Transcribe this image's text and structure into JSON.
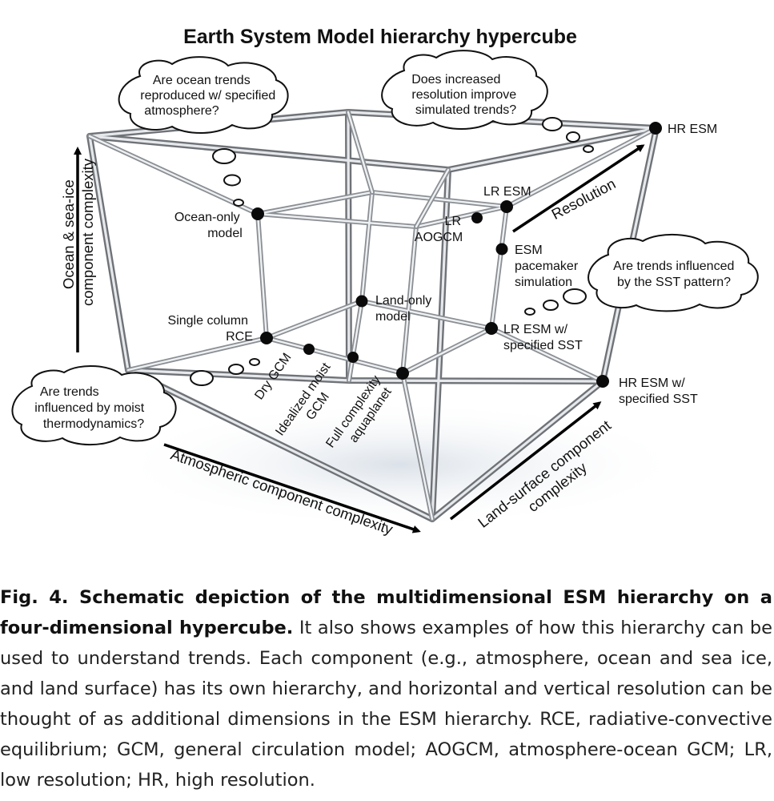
{
  "title": "Earth System Model hierarchy hypercube",
  "axes": {
    "vertical": [
      "Ocean & sea-ice",
      "component complexity"
    ],
    "atmosphere": "Atmospheric component complexity",
    "land": [
      "Land-surface component",
      "complexity"
    ],
    "resolution": "Resolution"
  },
  "clouds": {
    "ocean_question": [
      "Are ocean trends",
      "reproduced w/ specified",
      "atmosphere?"
    ],
    "resolution_question": [
      "Does increased",
      "resolution improve",
      "simulated trends?"
    ],
    "sst_question": [
      "Are trends influenced",
      "by the SST pattern?"
    ],
    "moist_question": [
      "Are trends",
      "influenced by moist",
      "thermodynamics?"
    ]
  },
  "nodes": {
    "hr_esm": "HR ESM",
    "lr_esm": "LR ESM",
    "lr_aogcm": [
      "LR",
      "AOGCM"
    ],
    "ocean_only": [
      "Ocean-only",
      "model"
    ],
    "esm_pacemaker": [
      "ESM",
      "pacemaker",
      "simulation"
    ],
    "land_only": [
      "Land-only",
      "model"
    ],
    "single_column": [
      "Single column",
      "RCE"
    ],
    "lr_esm_sst": [
      "LR ESM w/",
      "specified SST"
    ],
    "hr_esm_sst": [
      "HR ESM w/",
      "specified SST"
    ],
    "dry_gcm": "Dry GCM",
    "idealized_moist": [
      "Idealized moist",
      "GCM"
    ],
    "full_complexity": [
      "Full complexity",
      "aquaplanet"
    ]
  },
  "caption": {
    "bold": "Fig. 4. Schematic depiction of the multidimensional ESM hierarchy on a four-dimensional hypercube.",
    "body": "It also shows examples of how this hierarchy can be used to understand trends. Each component (e.g., atmosphere, ocean and sea ice, and land surface) has its own hierarchy, and horizontal and vertical resolution can be thought of as additional dimensions in the ESM hierarchy. RCE, radiative-convective equilibrium; GCM, general circulation model; AOGCM, atmosphere-ocean GCM; LR, low resolution; HR, high resolution."
  }
}
